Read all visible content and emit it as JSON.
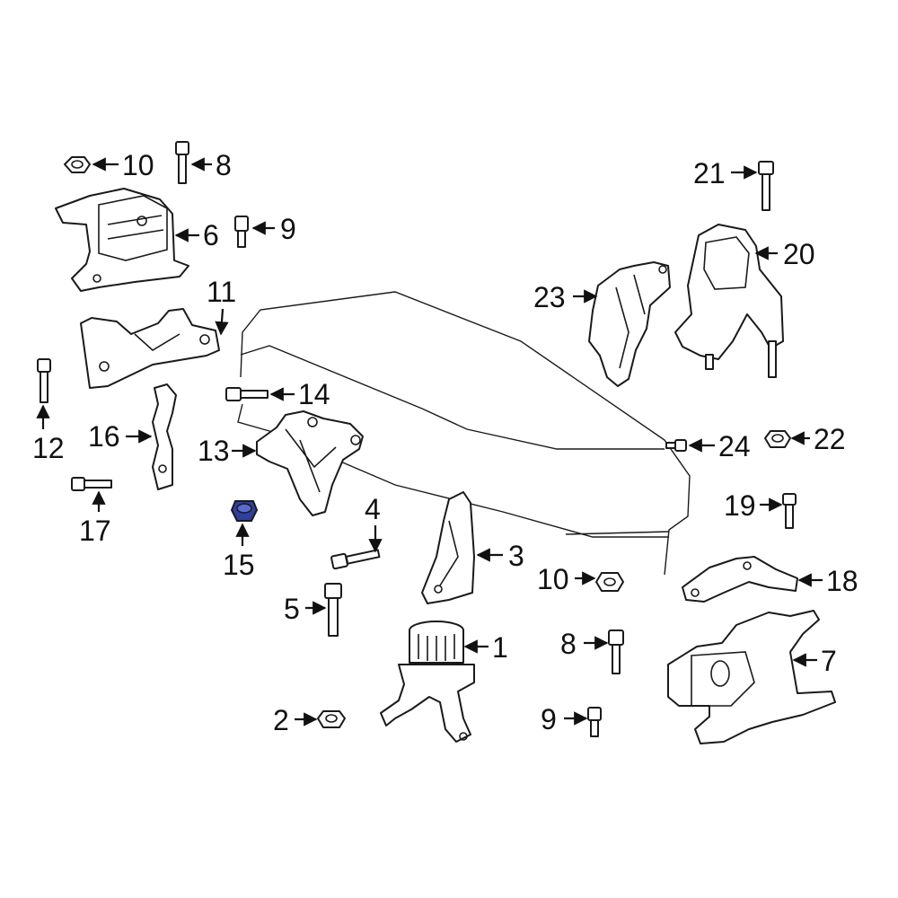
{
  "diagram": {
    "highlight_color": "#3a4bb0",
    "callouts": [
      {
        "id": "c10a",
        "label": "10"
      },
      {
        "id": "c8a",
        "label": "8"
      },
      {
        "id": "c6",
        "label": "6"
      },
      {
        "id": "c9a",
        "label": "9"
      },
      {
        "id": "c11",
        "label": "11"
      },
      {
        "id": "c12",
        "label": "12"
      },
      {
        "id": "c14",
        "label": "14"
      },
      {
        "id": "c16",
        "label": "16"
      },
      {
        "id": "c13",
        "label": "13"
      },
      {
        "id": "c17",
        "label": "17"
      },
      {
        "id": "c15",
        "label": "15"
      },
      {
        "id": "c4",
        "label": "4"
      },
      {
        "id": "c3",
        "label": "3"
      },
      {
        "id": "c5",
        "label": "5"
      },
      {
        "id": "c1",
        "label": "1"
      },
      {
        "id": "c2",
        "label": "2"
      },
      {
        "id": "c21",
        "label": "21"
      },
      {
        "id": "c20",
        "label": "20"
      },
      {
        "id": "c23",
        "label": "23"
      },
      {
        "id": "c24",
        "label": "24"
      },
      {
        "id": "c22",
        "label": "22"
      },
      {
        "id": "c19",
        "label": "19"
      },
      {
        "id": "c10b",
        "label": "10"
      },
      {
        "id": "c18",
        "label": "18"
      },
      {
        "id": "c8b",
        "label": "8"
      },
      {
        "id": "c7",
        "label": "7"
      },
      {
        "id": "c9b",
        "label": "9"
      }
    ]
  }
}
